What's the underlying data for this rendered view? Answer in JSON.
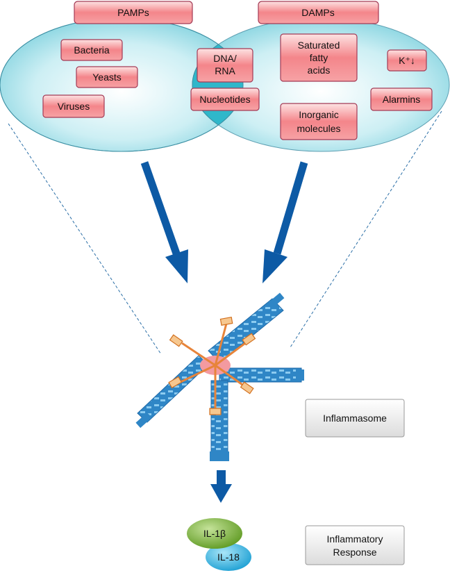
{
  "headers": {
    "pamps": "PAMPs",
    "damps": "DAMPs"
  },
  "pamps_items": {
    "bacteria": "Bacteria",
    "yeasts": "Yeasts",
    "viruses": "Viruses"
  },
  "shared_items": {
    "dna_rna_line1": "DNA/",
    "dna_rna_line2": "RNA",
    "nucleotides": "Nucleotides"
  },
  "damps_items": {
    "saturated_line1": "Saturated",
    "saturated_line2": "fatty",
    "saturated_line3": "acids",
    "potassium": "K⁺↓",
    "alarmins": "Alarmins",
    "inorganic_line1": "Inorganic",
    "inorganic_line2": "molecules"
  },
  "labels": {
    "inflammasome": "Inflammasome",
    "response_line1": "Inflammatory",
    "response_line2": "Response"
  },
  "cytokines": {
    "il1b": "IL-1β",
    "il18": "IL-18"
  },
  "colors": {
    "ellipse": "#bfe8ef",
    "ellipse_edge": "#5e9fb2",
    "overlap": "#2fb7ca",
    "box_red": "#f4858a",
    "arrow": "#0d5aa5",
    "orange": "#e7843a",
    "blue_block": "#2f86c6",
    "il1b": "#6fa52c",
    "il18": "#26a9d9"
  }
}
